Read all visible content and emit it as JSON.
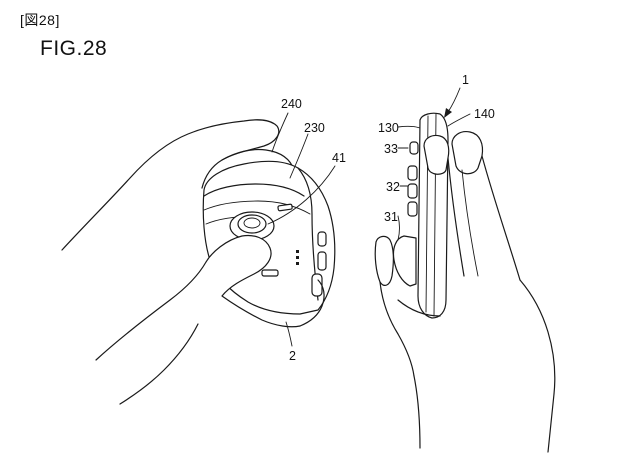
{
  "header": {
    "figure_tag": "[図28]",
    "figure_title": "FIG.28"
  },
  "labels": {
    "device_1": "1",
    "ref_130": "130",
    "ref_140": "140",
    "ref_33": "33",
    "ref_32": "32",
    "ref_31": "31",
    "ref_240": "240",
    "ref_230": "230",
    "ref_41": "41",
    "device_2": "2"
  }
}
